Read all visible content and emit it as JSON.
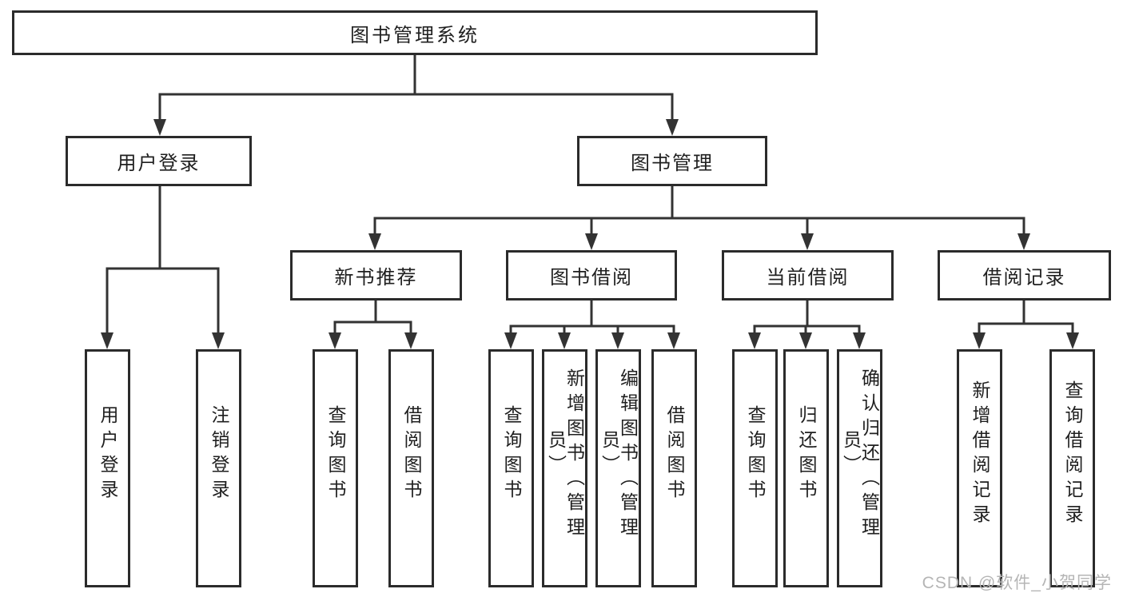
{
  "diagram": {
    "root": "图书管理系统",
    "login_branch": {
      "label": "用户登录",
      "children": [
        "用户登录",
        "注销登录"
      ]
    },
    "management_branch": {
      "label": "图书管理",
      "groups": [
        {
          "label": "新书推荐",
          "children": [
            "查询图书",
            "借阅图书"
          ]
        },
        {
          "label": "图书借阅",
          "children": [
            "查询图书",
            "新增图书（管理员）",
            "编辑图书（管理员）",
            "借阅图书"
          ]
        },
        {
          "label": "当前借阅",
          "children": [
            "查询图书",
            "归还图书",
            "确认归还（管理员）"
          ]
        },
        {
          "label": "借阅记录",
          "children": [
            "新增借阅记录",
            "查询借阅记录"
          ]
        }
      ]
    }
  },
  "watermark": "CSDN @软件_小贺同学",
  "colors": {
    "line": "#333333",
    "border": "#2b2b2b",
    "text": "#1f1f1f",
    "watermark": "#b5b5b5",
    "background": "#ffffff"
  }
}
